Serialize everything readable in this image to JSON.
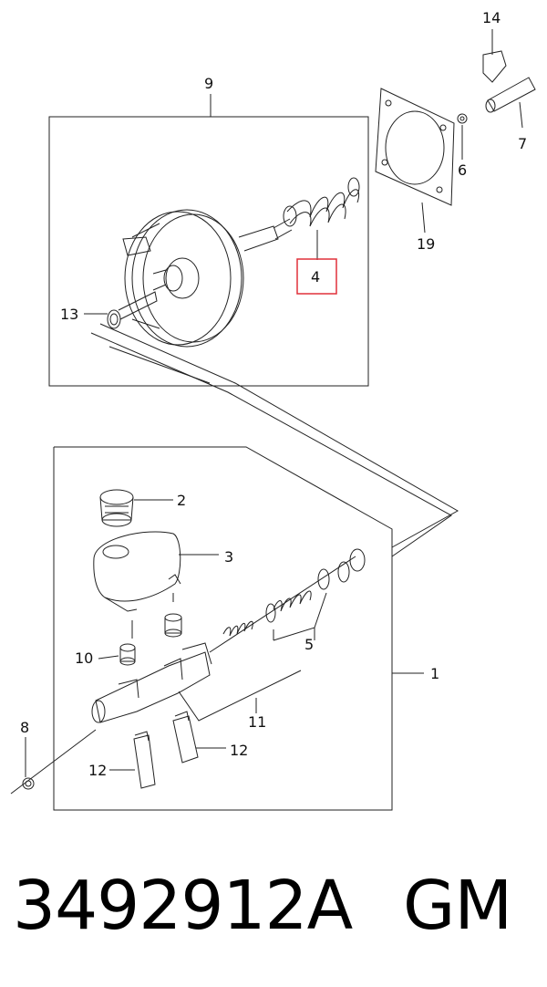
{
  "callouts": {
    "c1": "1",
    "c2": "2",
    "c3": "3",
    "c4": "4",
    "c5": "5",
    "c6": "6",
    "c7": "7",
    "c8": "8",
    "c9": "9",
    "c10": "10",
    "c11": "11",
    "c12a": "12",
    "c12b": "12",
    "c13": "13",
    "c14": "14",
    "c19": "19"
  },
  "highlight_color": "#e0303a",
  "footer": {
    "part_number": "3492912A",
    "brand": "GM"
  }
}
